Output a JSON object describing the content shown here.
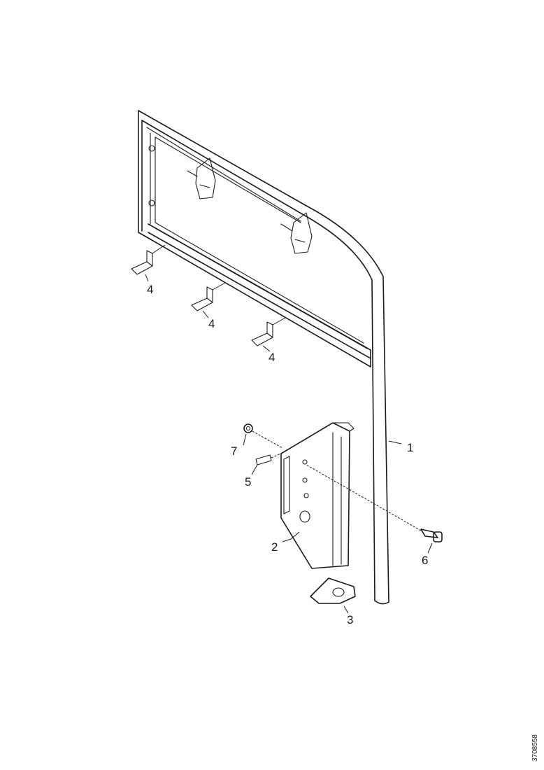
{
  "callouts": {
    "frame_tube": "1",
    "mounting_bracket": "2",
    "base_plate": "3",
    "clip_a": "4",
    "clip_b": "4",
    "clip_c": "4",
    "screw": "5",
    "bolt": "6",
    "nut": "7"
  },
  "figure_code": "3708558"
}
